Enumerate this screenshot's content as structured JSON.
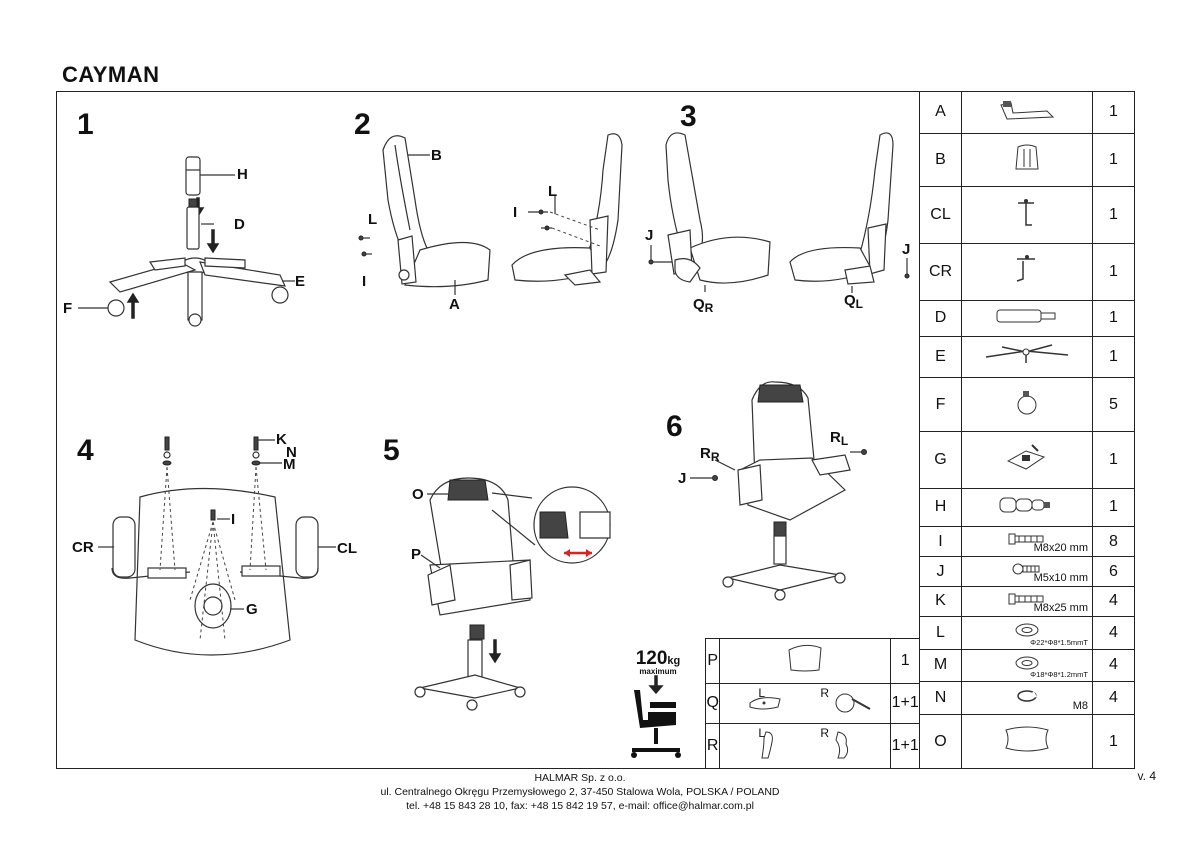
{
  "title": "CAYMAN",
  "steps": [
    "1",
    "2",
    "3",
    "4",
    "5",
    "6"
  ],
  "labels": {
    "s1": {
      "h": "H",
      "d": "D",
      "e": "E",
      "f": "F"
    },
    "s2": {
      "b": "B",
      "l1": "L",
      "i1": "I",
      "a": "A",
      "l2": "L",
      "i2": "I"
    },
    "s3": {
      "j1": "J",
      "qr": "Q",
      "qr_sub": "R",
      "j2": "J",
      "ql": "Q",
      "ql_sub": "L"
    },
    "s4": {
      "k": "K",
      "n": "N",
      "m": "M",
      "i": "I",
      "cr": "CR",
      "cl": "CL",
      "g": "G"
    },
    "s5": {
      "o": "O",
      "p": "P"
    },
    "s6": {
      "rr": "R",
      "rr_sub": "R",
      "rl": "R",
      "rl_sub": "L",
      "j": "J"
    }
  },
  "max_load": {
    "value": "120",
    "unit": "kg",
    "caption": "maximum"
  },
  "parts": [
    {
      "code": "A",
      "qty": "1",
      "icon": "seat-icon",
      "spec": ""
    },
    {
      "code": "B",
      "qty": "1",
      "icon": "backrest-icon",
      "spec": ""
    },
    {
      "code": "CL",
      "qty": "1",
      "icon": "armrest-bracket-left-icon",
      "spec": ""
    },
    {
      "code": "CR",
      "qty": "1",
      "icon": "armrest-bracket-right-icon",
      "spec": ""
    },
    {
      "code": "D",
      "qty": "1",
      "icon": "gas-lift-icon",
      "spec": ""
    },
    {
      "code": "E",
      "qty": "1",
      "icon": "star-base-icon",
      "spec": ""
    },
    {
      "code": "F",
      "qty": "5",
      "icon": "caster-icon",
      "spec": ""
    },
    {
      "code": "G",
      "qty": "1",
      "icon": "tilt-mechanism-icon",
      "spec": ""
    },
    {
      "code": "H",
      "qty": "1",
      "icon": "gas-lift-cover-icon",
      "spec": ""
    },
    {
      "code": "I",
      "qty": "8",
      "icon": "bolt-icon",
      "spec": "M8x20 mm"
    },
    {
      "code": "J",
      "qty": "6",
      "icon": "screw-icon",
      "spec": "M5x10 mm"
    },
    {
      "code": "K",
      "qty": "4",
      "icon": "bolt-icon",
      "spec": "M8x25 mm"
    },
    {
      "code": "L",
      "qty": "4",
      "icon": "washer-icon",
      "spec": "Φ22*Φ8*1.5mmT"
    },
    {
      "code": "M",
      "qty": "4",
      "icon": "washer-icon",
      "spec": "Φ18*Φ8*1.2mmT"
    },
    {
      "code": "N",
      "qty": "4",
      "icon": "spring-washer-icon",
      "spec": "M8"
    },
    {
      "code": "O",
      "qty": "1",
      "icon": "head-pillow-icon",
      "spec": ""
    }
  ],
  "parts2": [
    {
      "code": "P",
      "qty": "1",
      "icon": "lumbar-pillow-icon",
      "left": "",
      "right": ""
    },
    {
      "code": "Q",
      "qty": "1+1",
      "icon": "side-cover-icon",
      "left": "L",
      "right": "R"
    },
    {
      "code": "R",
      "qty": "1+1",
      "icon": "back-cover-icon",
      "left": "L",
      "right": "R"
    }
  ],
  "footer": {
    "company": "HALMAR Sp. z o.o.",
    "address": "ul. Centralnego Okręgu Przemysłowego 2, 37-450 Stalowa Wola, POLSKA / POLAND",
    "contact": "tel. +48 15 843 28 10, fax: +48 15 842 19 57, e-mail: office@halmar.com.pl"
  },
  "version": "v. 4"
}
